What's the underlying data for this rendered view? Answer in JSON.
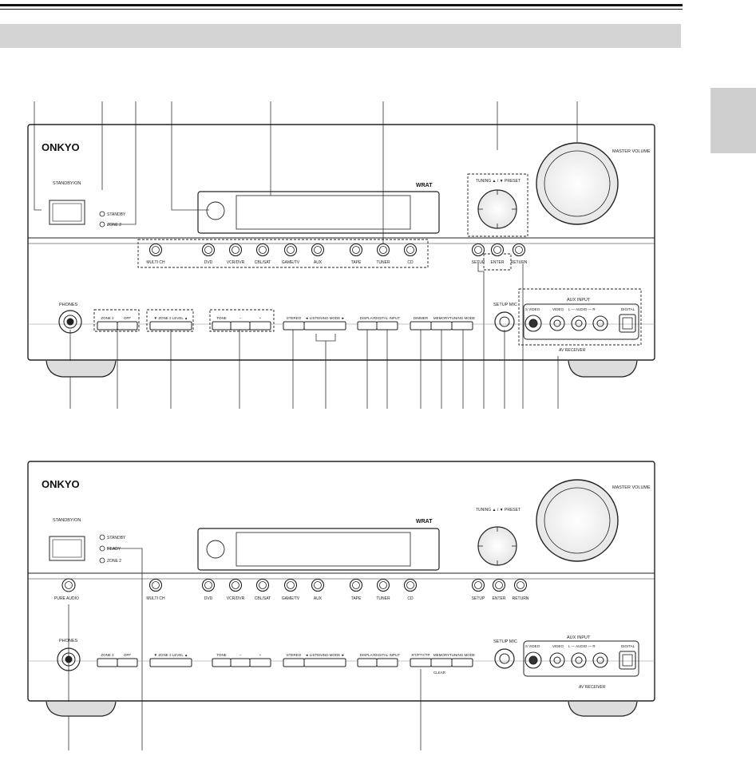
{
  "brand": "ONKYO",
  "panel_labels": {
    "standby_on": "STANDBY/ON",
    "standby": "STANDBY",
    "zone2": "ZONE 2",
    "ready": "READY",
    "master_volume": "MASTER VOLUME",
    "wrat": "WRAT",
    "tuning_preset": "TUNING ▲ / ▼ PRESET",
    "phones": "PHONES",
    "pure_audio": "PURE AUDIO",
    "setup_mic": "SETUP MIC",
    "aux_input": "AUX INPUT",
    "s_video": "S VIDEO",
    "video": "VIDEO",
    "audio_lr": "L — AUDIO — R",
    "digital": "DIGITAL",
    "av_receiver": "AV RECEIVER",
    "clear": "CLEAR"
  },
  "input_selectors": [
    "MULTI CH",
    "DVD",
    "VCR/DVR",
    "CBL/SAT",
    "GAME/TV",
    "AUX",
    "TAPE",
    "TUNER",
    "CD"
  ],
  "nav_buttons": [
    "SETUP",
    "ENTER",
    "RETURN"
  ],
  "lower_buttons": {
    "zone2": "ZONE 2",
    "off": "OFF",
    "zone2_level": "▼ ZONE 2 LEVEL ▲",
    "tone": "TONE",
    "minus": "−",
    "plus": "+",
    "stereo": "STEREO",
    "listening_mode": "◄ LISTENING MODE ►",
    "display": "DISPLAY",
    "digital_input": "DIGITAL INPUT",
    "dimmer": "DIMMER",
    "rt_pty_tp": "RT/PTY/TP",
    "memory": "MEMORY",
    "tuning_mode": "TUNING MODE"
  }
}
